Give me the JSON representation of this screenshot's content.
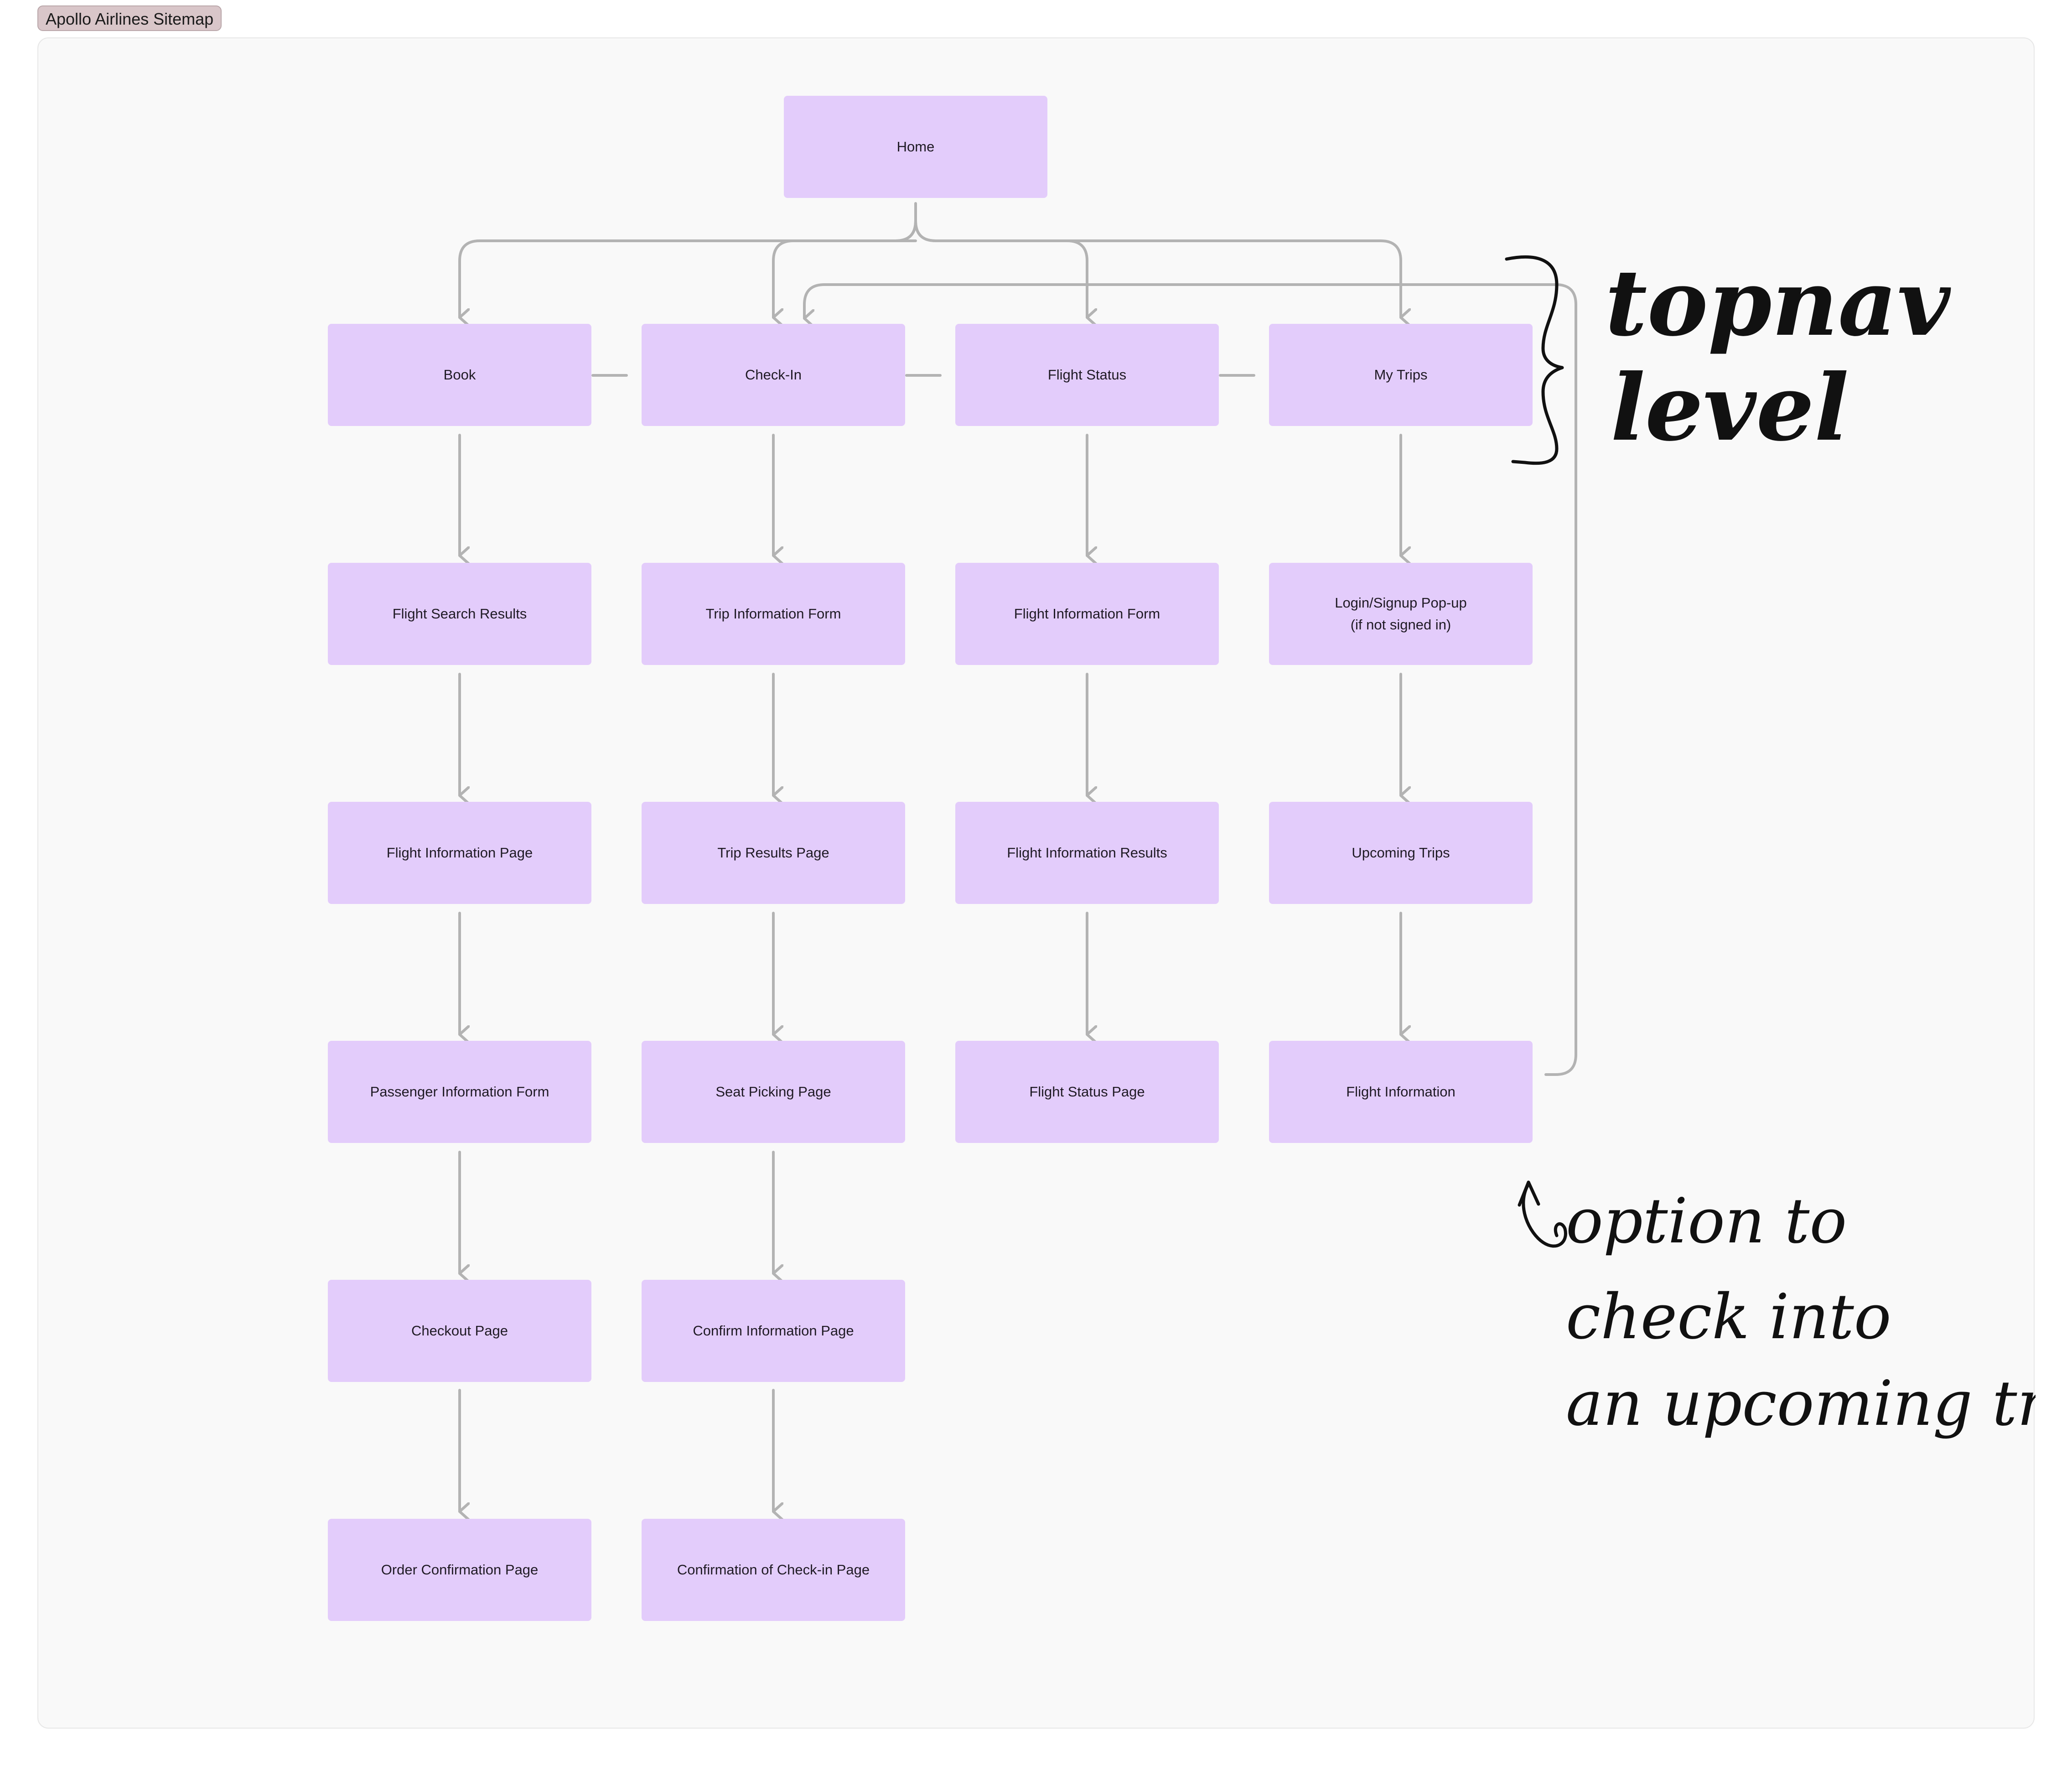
{
  "frame_title": "Apollo Airlines Sitemap",
  "colors": {
    "node_fill": "#e3ccfb",
    "connector": "#b3b3b3",
    "ink": "#111111",
    "canvas": "#f9f9f9"
  },
  "nodes": {
    "home": "Home",
    "book": "Book",
    "check_in": "Check-In",
    "flight_status": "Flight Status",
    "my_trips": "My Trips",
    "flight_search_results": "Flight Search Results",
    "trip_information_form": "Trip Information Form",
    "flight_information_form": "Flight Information Form",
    "login_signup_line1": "Login/Signup Pop-up",
    "login_signup_line2": "(if not signed in)",
    "flight_information_page": "Flight Information Page",
    "trip_results_page": "Trip Results Page",
    "flight_information_results": "Flight Information Results",
    "upcoming_trips": "Upcoming Trips",
    "passenger_information_form": "Passenger Information Form",
    "seat_picking_page": "Seat Picking Page",
    "flight_status_page": "Flight Status Page",
    "flight_information": "Flight Information",
    "checkout_page": "Checkout Page",
    "confirm_information_page": "Confirm Information Page",
    "order_confirmation_page": "Order Confirmation Page",
    "confirmation_of_check_in_page": "Confirmation of Check-in Page"
  },
  "annotations": {
    "topnav_line1": "topnav",
    "topnav_line2": "level",
    "note_line1": "option to",
    "note_line2": "check into",
    "note_line3": "an upcoming trip"
  }
}
